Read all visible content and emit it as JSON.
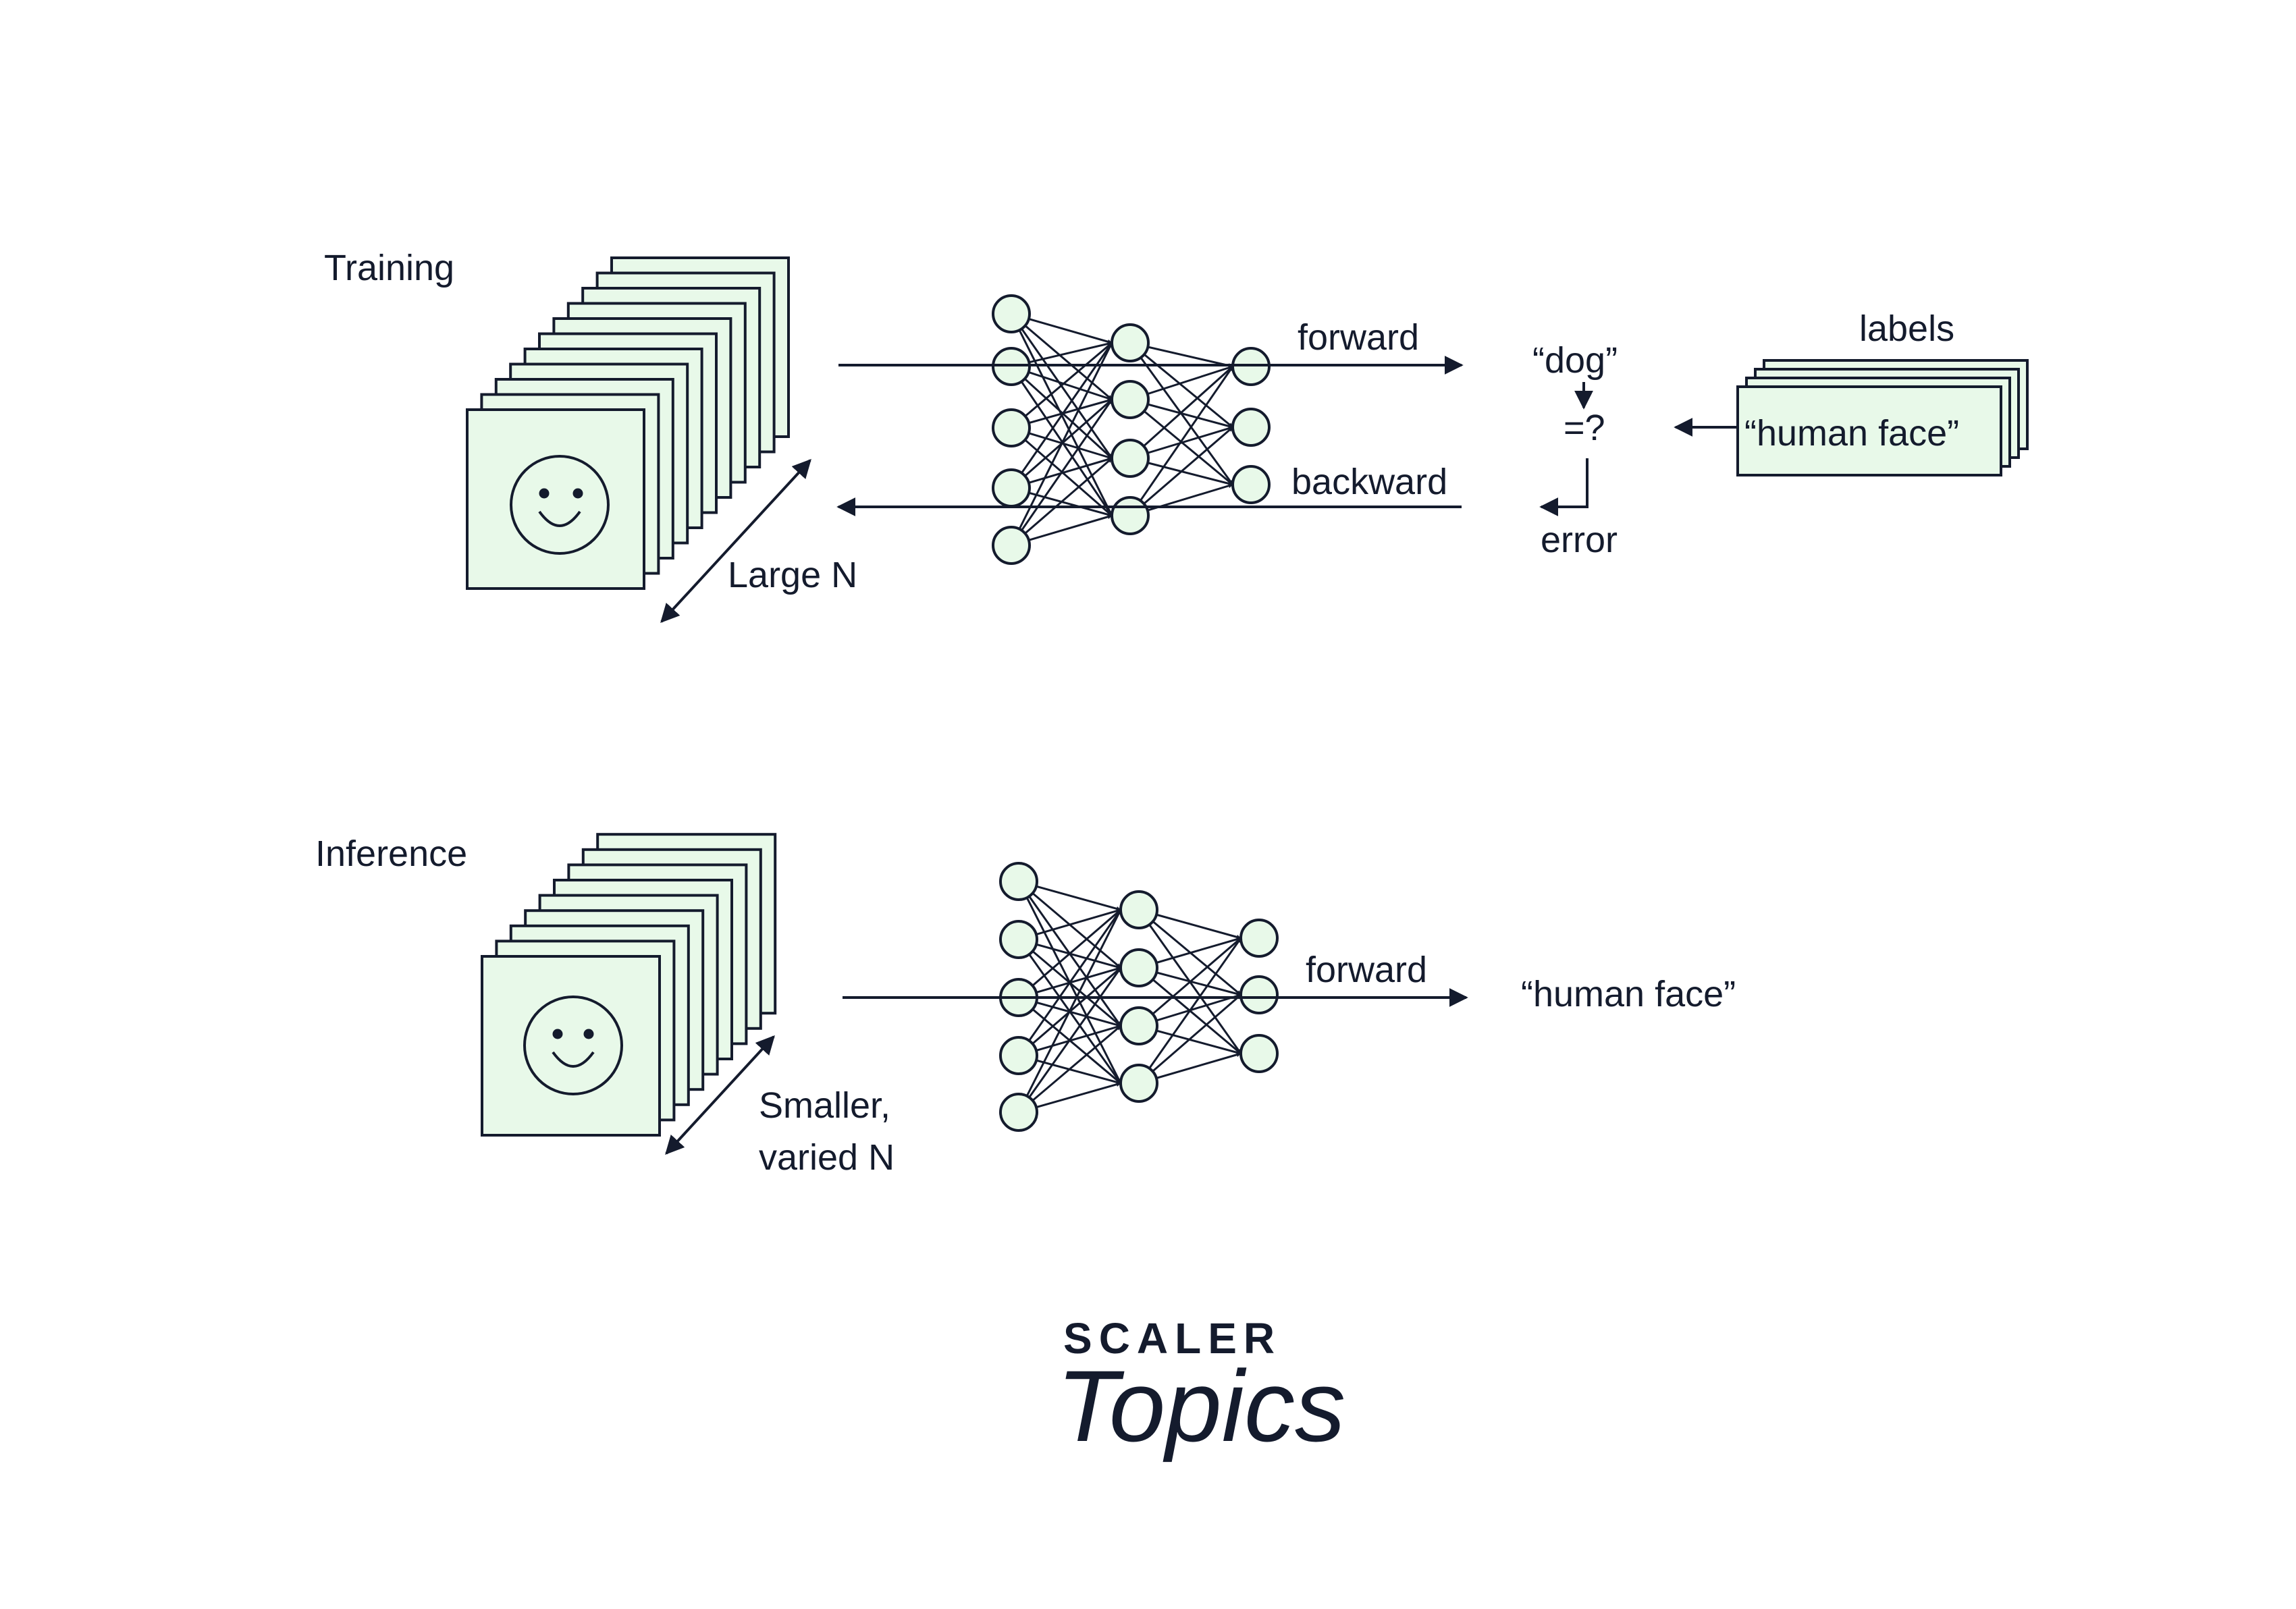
{
  "training": {
    "title": "Training",
    "dataset_label": "Large N",
    "forward_label": "forward",
    "backward_label": "backward",
    "prediction": "“dog”",
    "compare": "=?",
    "error_label": "error",
    "labels_title": "labels",
    "label_value": "“human face”",
    "network_layers": [
      5,
      4,
      3
    ]
  },
  "inference": {
    "title": "Inference",
    "dataset_label_line1": "Smaller,",
    "dataset_label_line2": "varied N",
    "forward_label": "forward",
    "output": "“human face”",
    "network_layers": [
      5,
      4,
      3
    ]
  },
  "logo": {
    "line1": "SCALER",
    "line2": "Topics"
  },
  "colors": {
    "stroke": "#141b2d",
    "fill": "#e8f9e9",
    "logo_dark": "#0f1a2e",
    "logo_pink": "#e4196f"
  },
  "icons": [
    "smiley-face-icon",
    "arrow-right-icon",
    "arrow-left-icon",
    "double-headed-arrow-icon"
  ]
}
